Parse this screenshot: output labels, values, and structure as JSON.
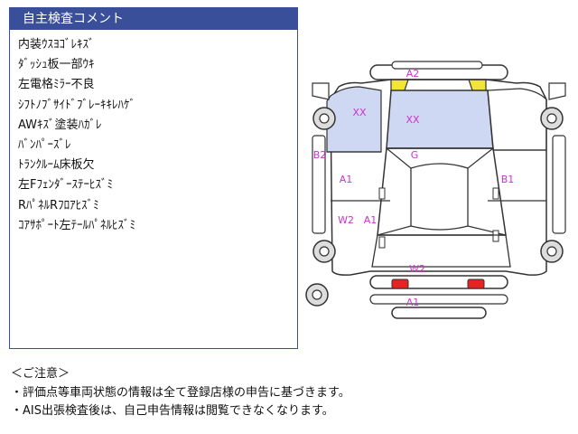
{
  "panel": {
    "title": "自主検査コメント",
    "comments": [
      "内装ｳｽﾖｺﾞﾚｷｽﾞ",
      "ﾀﾞｯｼｭ板一部ｳｷ",
      "左電格ﾐﾗｰ不良",
      "ｼﾌﾄﾉﾌﾞｻｲﾄﾞﾌﾞﾚｰｷｷﾚﾊｹﾞ",
      "AWｷｽﾞ塗装ﾊｶﾞﾚ",
      "ﾊﾞﾝﾊﾟｰｽﾞﾚ",
      "ﾄﾗﾝｸﾙｰﾑ床板欠",
      "左Fﾌｪﾝﾀﾞｰｽﾃｰﾋｽﾞﾐ",
      "RﾊﾟﾈﾙRﾌﾛｱﾋｽﾞﾐ",
      "ｺｱｻﾎﾟｰﾄ左ﾃｰﾙﾊﾟﾈﾙﾋｽﾞﾐ"
    ]
  },
  "notes": {
    "heading": "＜ご注意＞",
    "line1": "・評価点等車両状態の情報は全て登録店様の申告に基づきます。",
    "line2": "・AIS出張検査後は、自己申告情報は閲覧できなくなります。"
  },
  "diagram": {
    "labels": {
      "front_bumper": "A2",
      "windshield": "XX",
      "hood_left": "XX",
      "left_front_door": "B2",
      "roof": "G",
      "left_rear_door": "A1",
      "right_rear_door": "B1",
      "left_quarter": "W2",
      "trunk_left": "A1",
      "rear_bumper": "W2",
      "rear_bumper_lower": "A1"
    },
    "colors": {
      "damage_label": "#cc33cc",
      "highlight_blue": "#cfd8f3",
      "yellow_light": "#f2e43a",
      "red_light": "#e62222",
      "outline": "#333333"
    }
  }
}
